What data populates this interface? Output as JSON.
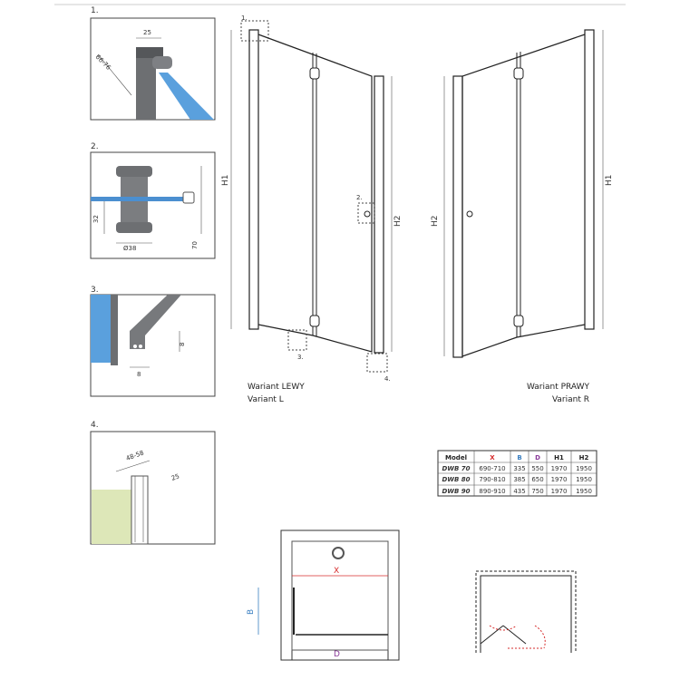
{
  "details": [
    {
      "number": "1.",
      "dims": [
        "25",
        "66-76"
      ]
    },
    {
      "number": "2.",
      "dims": [
        "32",
        "Ø38",
        "70"
      ]
    },
    {
      "number": "3.",
      "dims": [
        "8",
        "8"
      ]
    },
    {
      "number": "4.",
      "dims": [
        "48-58",
        "25"
      ]
    }
  ],
  "left_variant": {
    "line1": "Wariant LEWY",
    "line2": "Variant L",
    "h1": "H1",
    "h2": "H2",
    "callouts": [
      "1.",
      "2.",
      "3.",
      "4."
    ]
  },
  "right_variant": {
    "line1": "Wariant PRAWY",
    "line2": "Variant R",
    "h1": "H1",
    "h2": "H2"
  },
  "table": {
    "headers": [
      "Model",
      "X",
      "B",
      "D",
      "H1",
      "H2"
    ],
    "header_colors": [
      "#222222",
      "#d62b2b",
      "#3a7fc1",
      "#8a3a9a",
      "#222222",
      "#222222"
    ],
    "rows": [
      [
        "DWB 70",
        "690-710",
        "335",
        "550",
        "1970",
        "1950"
      ],
      [
        "DWB 80",
        "790-810",
        "385",
        "650",
        "1970",
        "1950"
      ],
      [
        "DWB 90",
        "890-910",
        "435",
        "750",
        "1970",
        "1950"
      ]
    ]
  },
  "plan": {
    "x_label": "X",
    "b_label": "B",
    "d_label": "D"
  }
}
